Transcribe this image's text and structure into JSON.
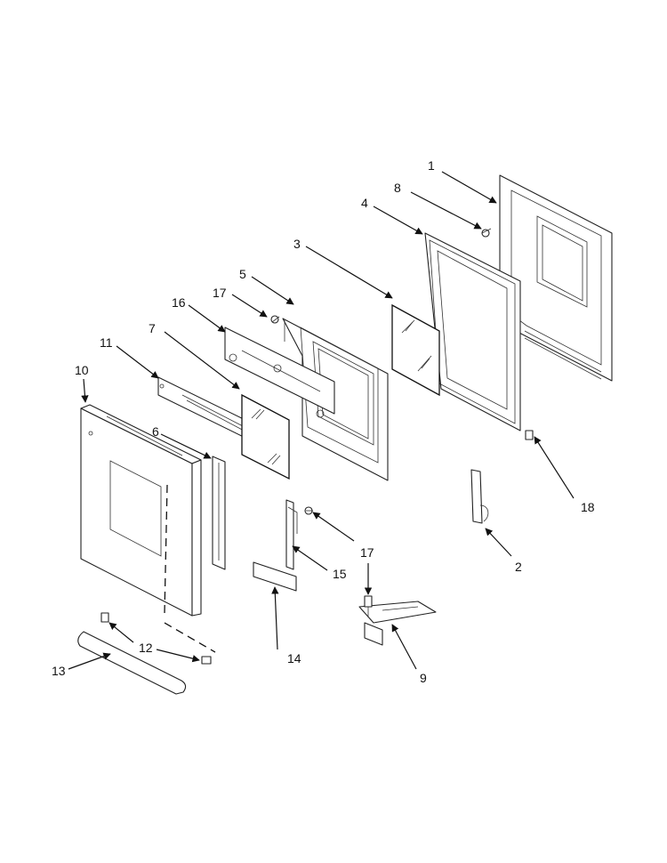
{
  "diagram": {
    "callouts": [
      "1",
      "2",
      "3",
      "4",
      "5",
      "6",
      "7",
      "8",
      "9",
      "10",
      "11",
      "12",
      "13",
      "14",
      "15",
      "16",
      "17",
      "18"
    ],
    "callout_17_second": "17",
    "callout_12_dup": "12"
  },
  "colors": {
    "line": "#222222",
    "background": "#ffffff"
  }
}
